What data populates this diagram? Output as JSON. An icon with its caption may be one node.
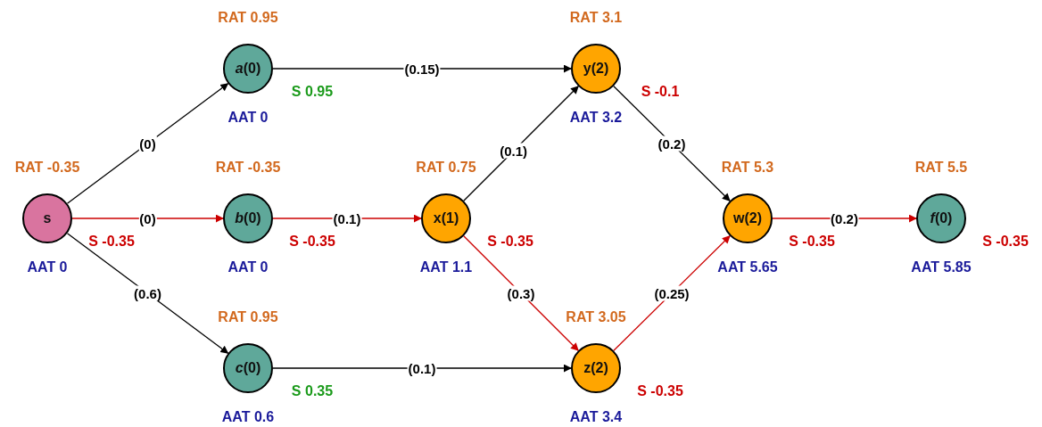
{
  "diagram": {
    "nodes": [
      {
        "text": [
          "s"
        ],
        "beside": [
          "RAT -0.35",
          "S -0.35",
          "AAT 0"
        ]
      },
      {
        "text": [
          "*a*(0)"
        ],
        "beside": [
          "RAT 0.95",
          "S 0.95",
          "AAT 0"
        ]
      },
      {
        "text": [
          "*b*(0)"
        ],
        "beside": [
          "RAT -0.35",
          "S -0.35",
          "AAT 0"
        ]
      },
      {
        "text": [
          "*c*(0)"
        ],
        "beside": [
          "RAT 0.95",
          "S 0.35",
          "AAT 0.6"
        ]
      },
      {
        "text": [
          "x(1)"
        ],
        "beside": [
          "RAT 0.75",
          "S -0.35",
          "AAT 1.1"
        ]
      },
      {
        "text": [
          "y(2)"
        ],
        "beside": [
          "RAT 3.1",
          "S -0.1",
          "AAT 3.2"
        ]
      },
      {
        "text": [
          "z(2)"
        ],
        "beside": [
          "RAT 3.05",
          "S -0.35",
          "AAT 3.4"
        ]
      },
      {
        "text": [
          "w(2)"
        ],
        "beside": [
          "RAT 5.3",
          "S -0.35",
          "AAT 5.65"
        ]
      },
      {
        "text": [
          "*f*(0)"
        ],
        "beside": [
          "RAT 5.5",
          "S -0.35",
          "AAT 5.85"
        ]
      }
    ],
    "edges": [
      {
        "from": 0,
        "to": 1,
        "arrow": "to",
        "label": "(0)"
      },
      {
        "from": 0,
        "to": 2,
        "arrow": "to",
        "label": "(0)",
        "color": "#cc0000"
      },
      {
        "from": 0,
        "to": 3,
        "arrow": "to",
        "label": "(0.6)"
      },
      {
        "from": 1,
        "to": 5,
        "arrow": "to",
        "label": "(0.15)"
      },
      {
        "from": 2,
        "to": 4,
        "arrow": "to",
        "label": "(0.1)",
        "color": "#cc0000"
      },
      {
        "from": 4,
        "to": 5,
        "arrow": "to",
        "label": "(0.1)"
      },
      {
        "from": 4,
        "to": 6,
        "arrow": "to",
        "label": "(0.3)",
        "color": "#cc0000"
      },
      {
        "from": 3,
        "to": 6,
        "arrow": "to",
        "label": "(0.1)"
      },
      {
        "from": 5,
        "to": 7,
        "arrow": "to",
        "label": "(0.2)"
      },
      {
        "from": 6,
        "to": 7,
        "arrow": "to",
        "label": "(0.25)",
        "color": "#cc0000"
      },
      {
        "from": 7,
        "to": 8,
        "arrow": "to",
        "label": "(0.2)",
        "color": "#cc0000"
      }
    ]
  }
}
